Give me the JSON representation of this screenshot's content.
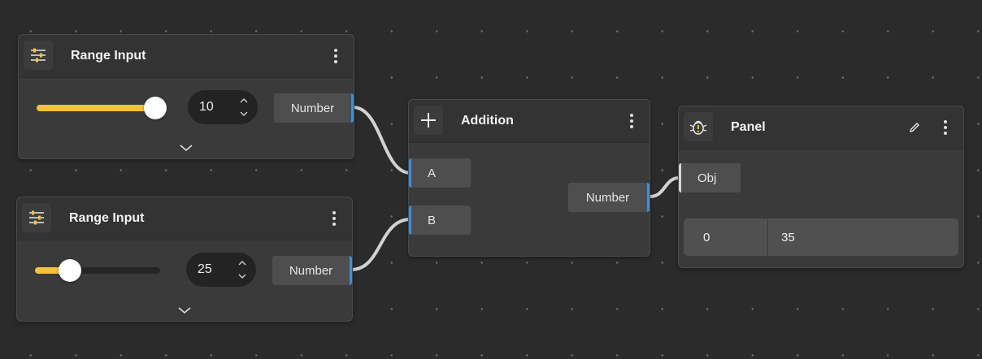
{
  "nodes": {
    "range1": {
      "title": "Range Input",
      "icon": "sliders-icon",
      "value": "10",
      "slider_fraction": 1.0,
      "output_label": "Number"
    },
    "range2": {
      "title": "Range Input",
      "icon": "sliders-icon",
      "value": "25",
      "slider_fraction": 0.28,
      "output_label": "Number"
    },
    "addition": {
      "title": "Addition",
      "icon": "plus-icon",
      "input_a": "A",
      "input_b": "B",
      "output_label": "Number"
    },
    "panel": {
      "title": "Panel",
      "icon": "bug-icon",
      "input_label": "Obj",
      "rows": [
        {
          "index": "0",
          "value": "35"
        }
      ]
    }
  },
  "colors": {
    "canvas": "#2b2b2b",
    "node": "#3a3a3a",
    "slider_accent": "#f2c23a",
    "port_accent": "#3f8fd6",
    "wire": "#d0d0d0"
  }
}
